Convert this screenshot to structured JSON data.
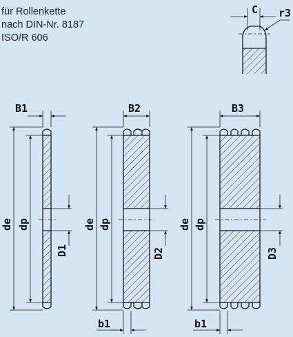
{
  "spec_lines": [
    "für Rollenkette",
    "nach DIN-Nr. 8187",
    "ISO/R 606"
  ],
  "tooth_detail": {
    "c_label": "C",
    "r_label": "r3"
  },
  "sprocket_single": {
    "width_label": "B1",
    "de_label": "de",
    "dp_label": "dp",
    "bore_label": "D1"
  },
  "sprocket_double": {
    "width_label": "B2",
    "de_label": "de",
    "dp_label": "dp",
    "bore_label": "D2",
    "tooth_width_label": "b1"
  },
  "sprocket_triple": {
    "width_label": "B3",
    "de_label": "de",
    "dp_label": "dp",
    "bore_label": "D3",
    "tooth_width_label": "b1"
  },
  "colors": {
    "background": "#d5e5f4",
    "line": "#1a1a1a",
    "hatch": "#333333"
  }
}
